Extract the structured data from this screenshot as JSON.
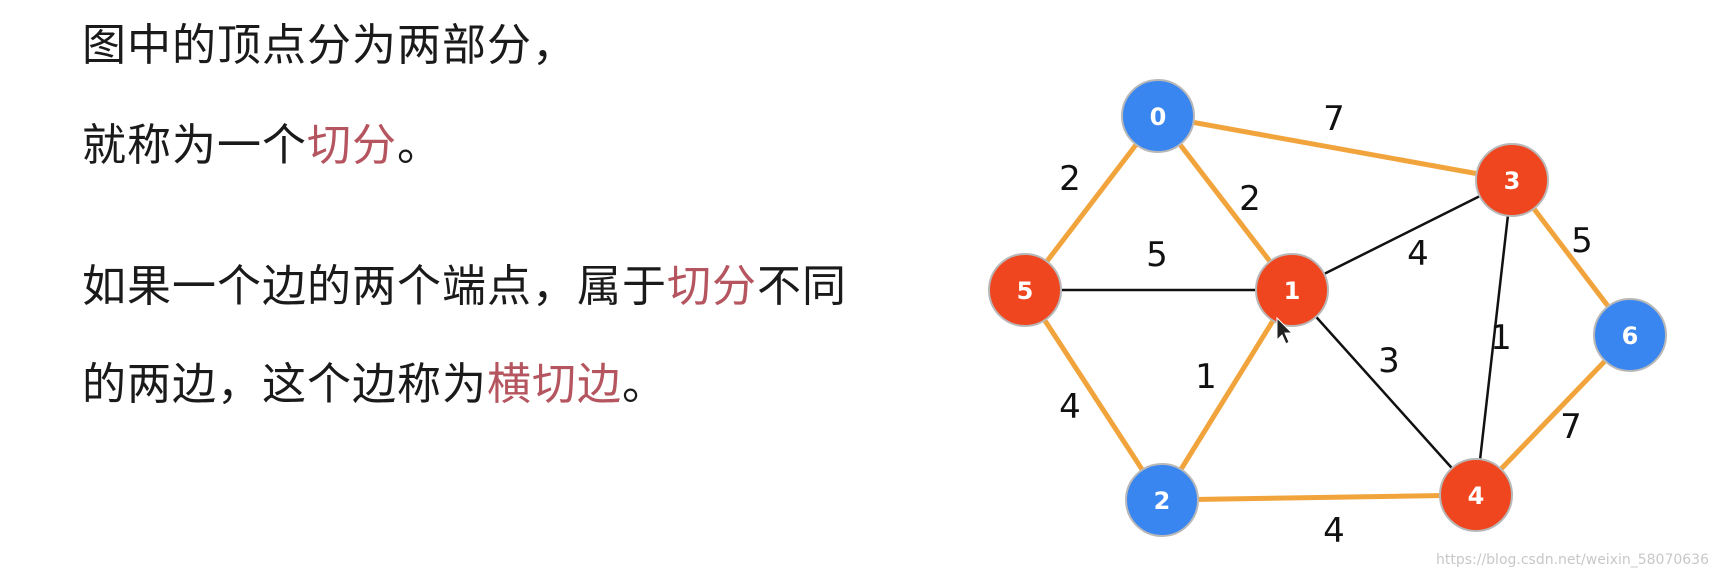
{
  "text": {
    "line1": "图中的顶点分为两部分，",
    "line2_a": "就称为一个",
    "line2_hl": "切分",
    "line2_b": "。",
    "line3_a": "如果一个边的两个端点，属于",
    "line3_hl": "切分",
    "line3_b": "不同",
    "line4_a": "的两边，这个边称为",
    "line4_hl": "横切边",
    "line4_b": "。"
  },
  "colors": {
    "highlight": "#b5555f",
    "node_blue": "#3a86f0",
    "node_red": "#f0461f",
    "edge_orange": "#f2a43c",
    "edge_black": "#111111"
  },
  "graph": {
    "nodes": [
      {
        "id": "0",
        "group": "blue"
      },
      {
        "id": "1",
        "group": "red"
      },
      {
        "id": "2",
        "group": "blue"
      },
      {
        "id": "3",
        "group": "red"
      },
      {
        "id": "4",
        "group": "red"
      },
      {
        "id": "5",
        "group": "red"
      },
      {
        "id": "6",
        "group": "blue"
      }
    ],
    "edges": [
      {
        "from": "0",
        "to": "3",
        "weight": "7",
        "crossing": true
      },
      {
        "from": "0",
        "to": "5",
        "weight": "2",
        "crossing": true
      },
      {
        "from": "0",
        "to": "1",
        "weight": "2",
        "crossing": true
      },
      {
        "from": "5",
        "to": "1",
        "weight": "5",
        "crossing": false
      },
      {
        "from": "1",
        "to": "3",
        "weight": "4",
        "crossing": false
      },
      {
        "from": "3",
        "to": "6",
        "weight": "5",
        "crossing": true
      },
      {
        "from": "5",
        "to": "2",
        "weight": "4",
        "crossing": true
      },
      {
        "from": "2",
        "to": "1",
        "weight": "1",
        "crossing": true
      },
      {
        "from": "1",
        "to": "4",
        "weight": "3",
        "crossing": false
      },
      {
        "from": "3",
        "to": "4",
        "weight": "1",
        "crossing": false
      },
      {
        "from": "4",
        "to": "6",
        "weight": "7",
        "crossing": true
      },
      {
        "from": "2",
        "to": "4",
        "weight": "4",
        "crossing": true
      }
    ]
  },
  "watermark": "https://blog.csdn.net/weixin_58070636"
}
